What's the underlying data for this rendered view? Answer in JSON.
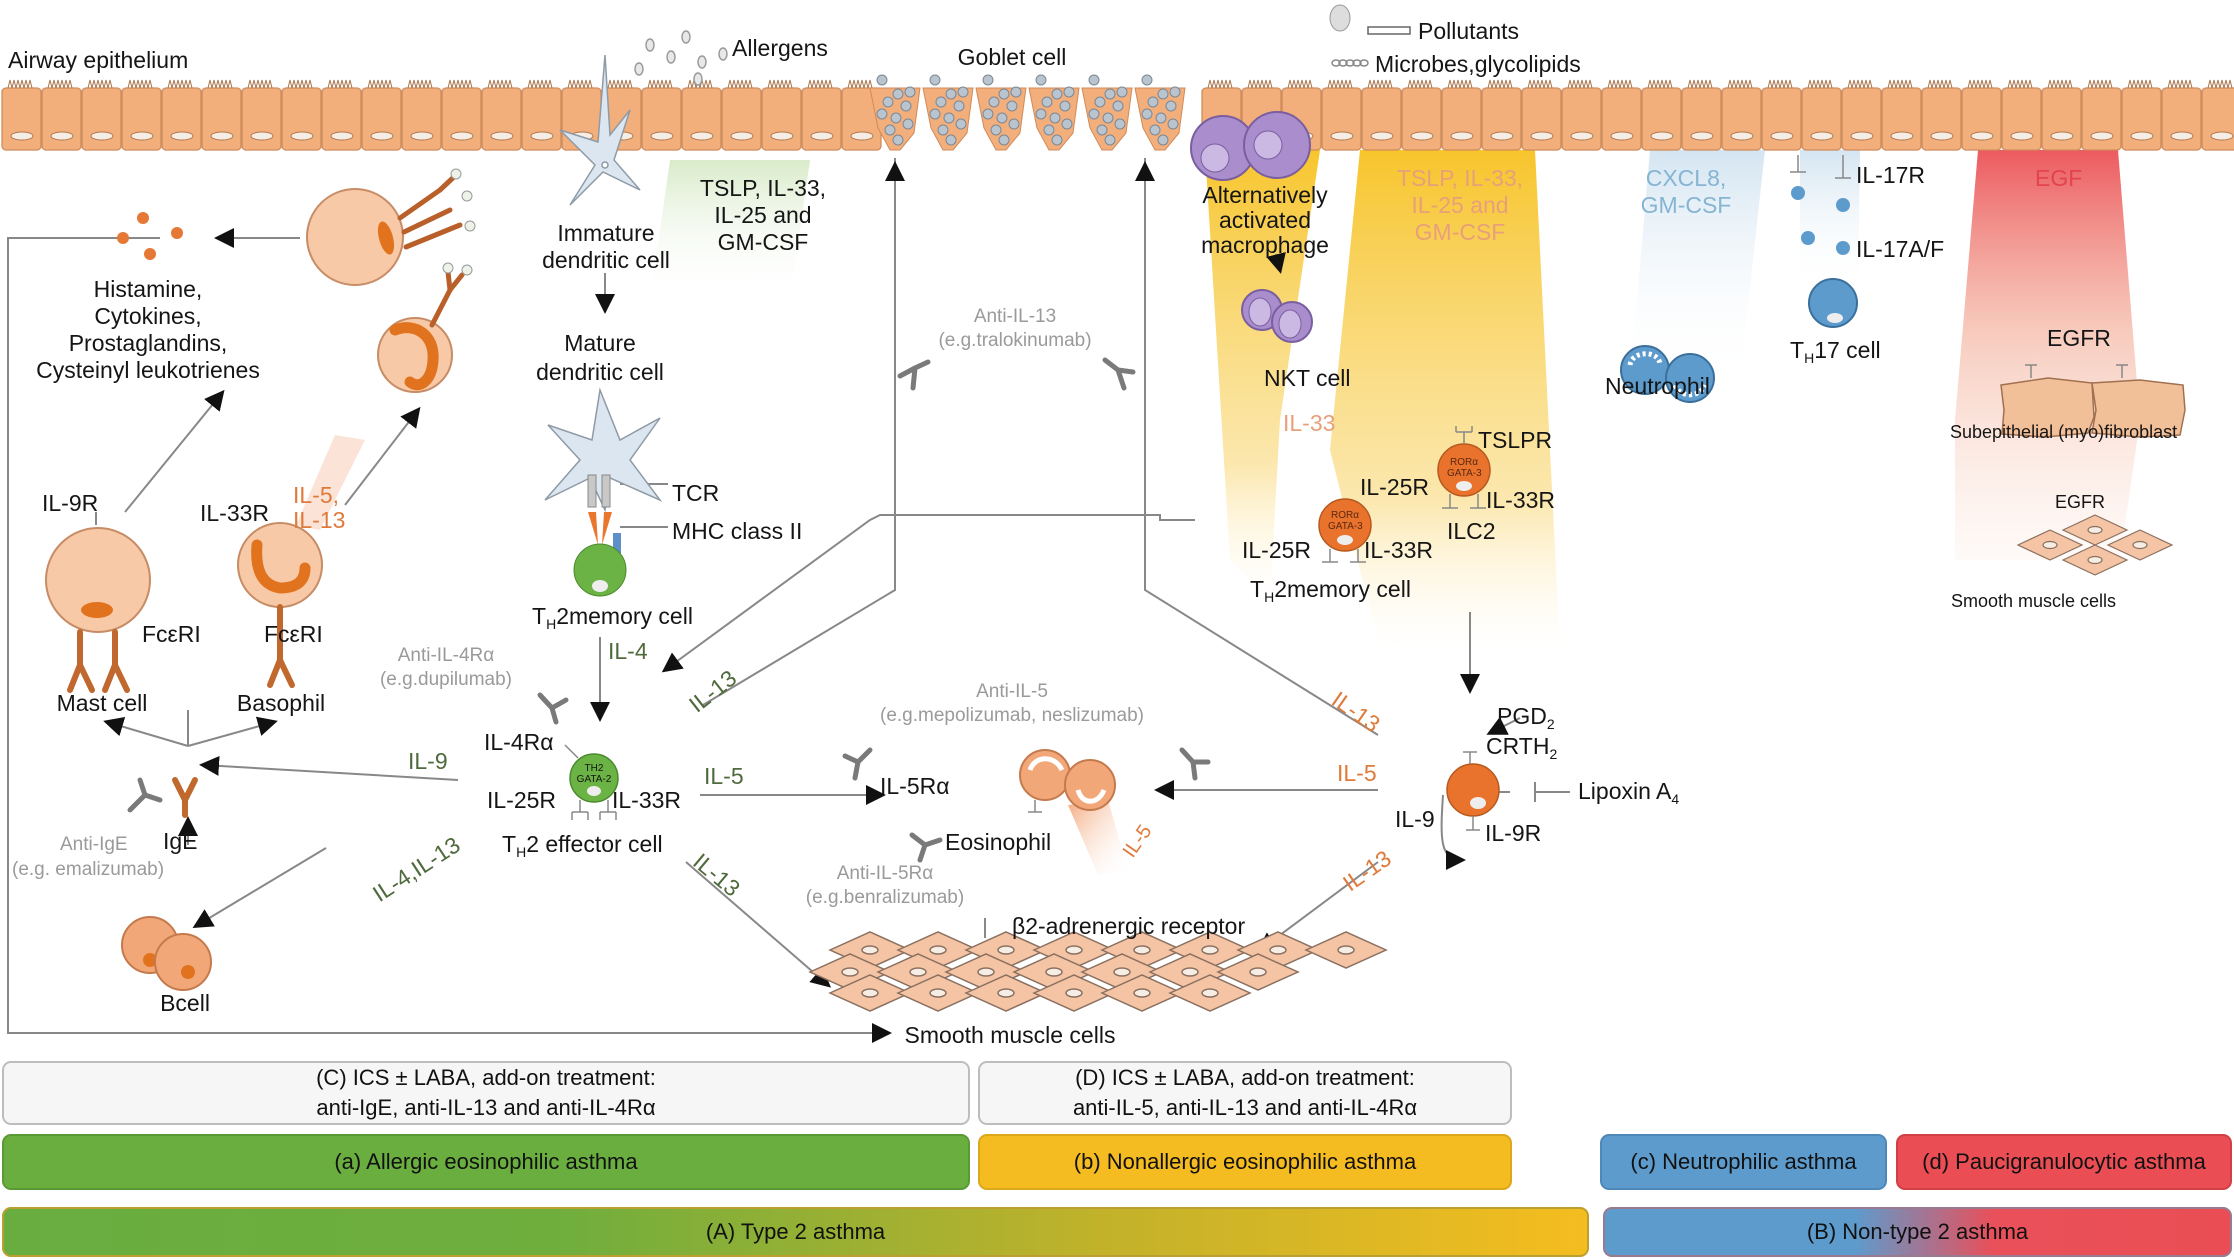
{
  "colors": {
    "epithelium": "#f2ae7b",
    "epithelium_border": "#d08b5a",
    "allergic_green": "#6aae3f",
    "nonallergic_yellow": "#f5bc22",
    "neutrophilic_blue": "#5d9bcd",
    "paucigranulocytic_red": "#ea4e54",
    "th2_green": "#6ab344",
    "ilc_orange": "#e9722c",
    "macrophage_purple": "#a98dcc",
    "arrow_gray": "#8a8a8a"
  },
  "top": {
    "airway_epithelium": "Airway epithelium",
    "allergens": "Allergens",
    "goblet_cell": "Goblet cell",
    "pollutants": "Pollutants",
    "microbes": "Microbes,glycolipids"
  },
  "left": {
    "mediators": [
      "Histamine,",
      "Cytokines,",
      "Prostaglandins,",
      "Cysteinyl leukotrienes"
    ],
    "il9r": "IL-9R",
    "il33r": "IL-33R",
    "basophil_cytokines": [
      "IL-5,",
      "IL-13"
    ],
    "fceri_mast": "FcεRI",
    "fceri_baso": "FcεRI",
    "mast_cell": "Mast cell",
    "basophil": "Basophil",
    "anti_ige": "Anti-IgE",
    "anti_ige_example": "(e.g. emalizumab)",
    "ige": "IgE",
    "bcell": "Bcell"
  },
  "dendritic": {
    "immature": [
      "Immature",
      "dendritic cell"
    ],
    "mature": [
      "Mature",
      "dendritic cell"
    ],
    "epithelial_cytokines": [
      "TSLP, IL-33,",
      "IL-25 and",
      "GM-CSF"
    ],
    "tcr": "TCR",
    "mhc": "MHC class II",
    "th2_memory": "2memory cell",
    "th2_memory_prefix": "T",
    "th2_memory_sub": "H"
  },
  "th2_effector": {
    "anti_il4ra": "Anti-IL-4Rα",
    "anti_il4ra_example": "(e.g.dupilumab)",
    "il4": "IL-4",
    "il4ra": "IL-4Rα",
    "il25r": "IL-25R",
    "il33r": "IL-33R",
    "cell_inner": [
      "TH2",
      "GATA-2"
    ],
    "cell_label_prefix": "T",
    "cell_label_sub": "H",
    "cell_label": "2 effector cell",
    "il9": "IL-9",
    "il5": "IL-5",
    "il13_up": "IL-13",
    "il13_down": "IL-13",
    "il4_il13": "IL-4,IL-13"
  },
  "center": {
    "anti_il13": "Anti-IL-13",
    "anti_il13_example": "(e.g.tralokinumab)",
    "anti_il5": "Anti-IL-5",
    "anti_il5_example": "(e.g.mepolizumab, neslizumab)",
    "il5ra": "IL-5Rα",
    "eosinophil": "Eosinophil",
    "eos_il5": "IL-5",
    "anti_il5ra": "Anti-IL-5Rα",
    "anti_il5ra_example": "(e.g.benralizumab)",
    "b2_receptor": "β2-adrenergic receptor",
    "smooth_muscle": "Smooth muscle cells"
  },
  "nonallergic": {
    "macrophage": [
      "Alternatively",
      "activated",
      "macrophage"
    ],
    "epithelial_cytokines": [
      "TSLP, IL-33,",
      "IL-25 and",
      "GM-CSF"
    ],
    "nkt_cell": "NKT cell",
    "il33": "IL-33",
    "tslpr": "TSLPR",
    "ilc2_il25r": "IL-25R",
    "ilc2_il33r": "IL-33R",
    "ilc2": "ILC2",
    "ror_gata": [
      "RORα",
      "GATA-3"
    ],
    "mem_il25r": "IL-25R",
    "mem_il33r": "IL-33R",
    "th2_memory_prefix": "T",
    "th2_memory_sub": "H",
    "th2_memory": "2memory cell",
    "il13_up": "IL-13",
    "il5": "IL-5",
    "il13_down": "IL-13",
    "pgd2": "PGD",
    "crth2": "CRTH",
    "lipoxin": "Lipoxin A",
    "il9": "IL-9",
    "il9r": "IL-9R"
  },
  "right": {
    "neutro_cytokines": [
      "CXCL8,",
      "GM-CSF"
    ],
    "neutrophil": "Neutrophil",
    "il17r": "IL-17R",
    "il17af": "IL-17A/F",
    "th17_prefix": "T",
    "th17_sub": "H",
    "th17": "17 cell",
    "egf": "EGF",
    "egfr_fibro": "EGFR",
    "fibroblast": "Subepithelial (myo)fibroblast",
    "egfr_smooth": "EGFR",
    "smooth_muscle": "Smooth muscle cells"
  },
  "treatments": {
    "c": [
      "(C) ICS ± LABA, add-on treatment:",
      "anti-IgE, anti-IL-13 and anti-IL-4Rα"
    ],
    "d": [
      "(D) ICS ± LABA, add-on treatment:",
      "anti-IL-5, anti-IL-13 and anti-IL-4Rα"
    ]
  },
  "phenotypes": {
    "a": "(a) Allergic eosinophilic asthma",
    "b": "(b) Nonallergic eosinophilic asthma",
    "c": "(c) Neutrophilic asthma",
    "d": "(d) Paucigranulocytic asthma"
  },
  "endotypes": {
    "A": "(A) Type 2 asthma",
    "B": "(B) Non-type 2 asthma"
  }
}
